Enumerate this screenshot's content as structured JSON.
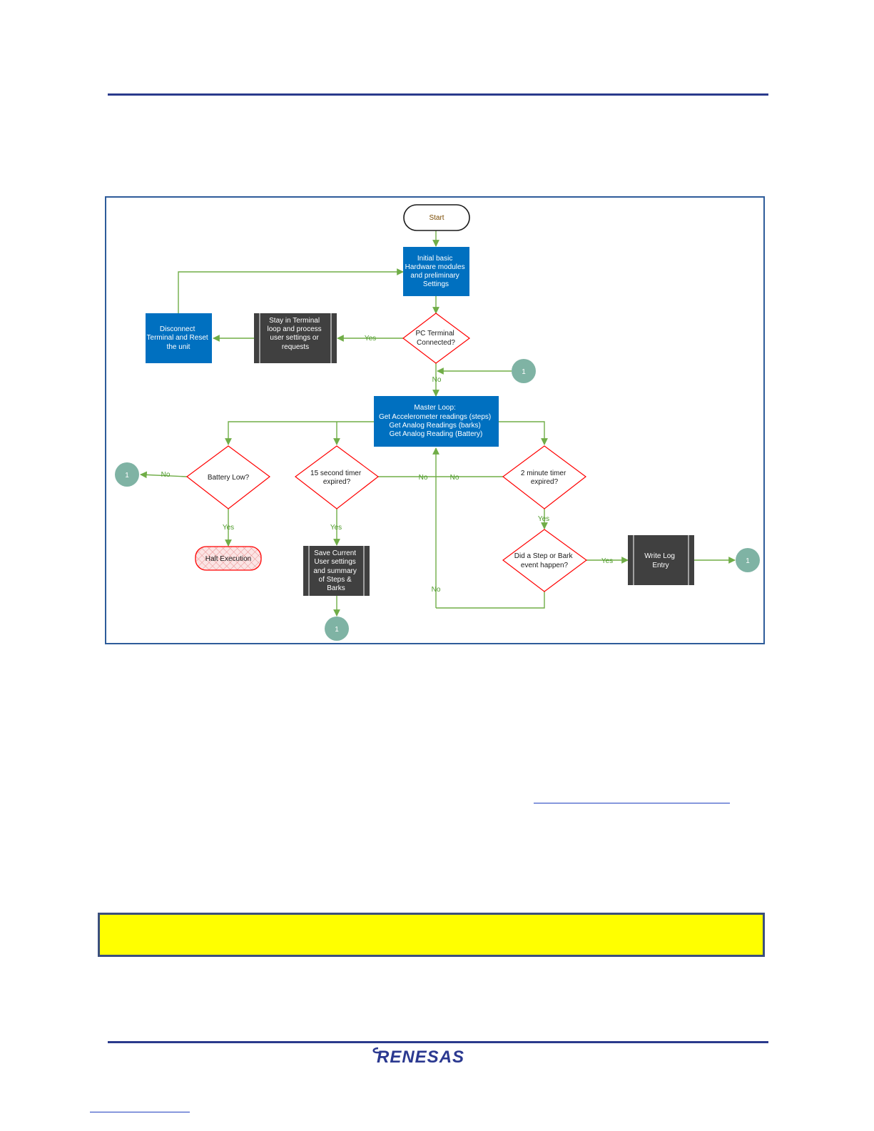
{
  "nodes": {
    "start": {
      "label": "Start"
    },
    "init": {
      "lines": [
        "Initial basic",
        "Hardware modules",
        "and preliminary",
        "Settings"
      ]
    },
    "pc_terminal": {
      "lines": [
        "PC Terminal",
        "Connected?"
      ]
    },
    "stay_terminal": {
      "lines": [
        "Stay in Terminal",
        "loop and process",
        "user settings or",
        "requests"
      ]
    },
    "disconnect": {
      "lines": [
        "Disconnect",
        "Terminal and Reset",
        "the unit"
      ]
    },
    "master_loop": {
      "lines": [
        "Master Loop:",
        "Get Accelerometer readings (steps)",
        "Get Analog Readings (barks)",
        "Get Analog Reading (Battery)"
      ]
    },
    "battery_low": {
      "lines": [
        "Battery Low?"
      ]
    },
    "timer_15s": {
      "lines": [
        "15 second timer",
        "expired?"
      ]
    },
    "timer_2min": {
      "lines": [
        "2 minute timer",
        "expired?"
      ]
    },
    "halt": {
      "label": "Halt Execution"
    },
    "save_settings": {
      "lines": [
        "Save Current",
        "User settings",
        "and summary",
        "of Steps &",
        "Barks"
      ]
    },
    "step_bark": {
      "lines": [
        "Did a Step or Bark",
        "event happen?"
      ]
    },
    "write_log": {
      "lines": [
        "Write Log",
        "Entry"
      ]
    },
    "connector_label": "1"
  },
  "edge_labels": {
    "yes": "Yes",
    "no": "No"
  },
  "logo": {
    "text": "RENESAS"
  },
  "colors": {
    "process_blue": "#0070c0",
    "subprocess_dark": "#404040",
    "decision_border": "#ff0000",
    "connector": "#7fb3a4",
    "arrow_green": "#70ad47",
    "label_green": "#4e9a2a",
    "rule_blue": "#2a3a8c",
    "note_yellow": "#ffff00",
    "logo_navy": "#2b3990"
  }
}
